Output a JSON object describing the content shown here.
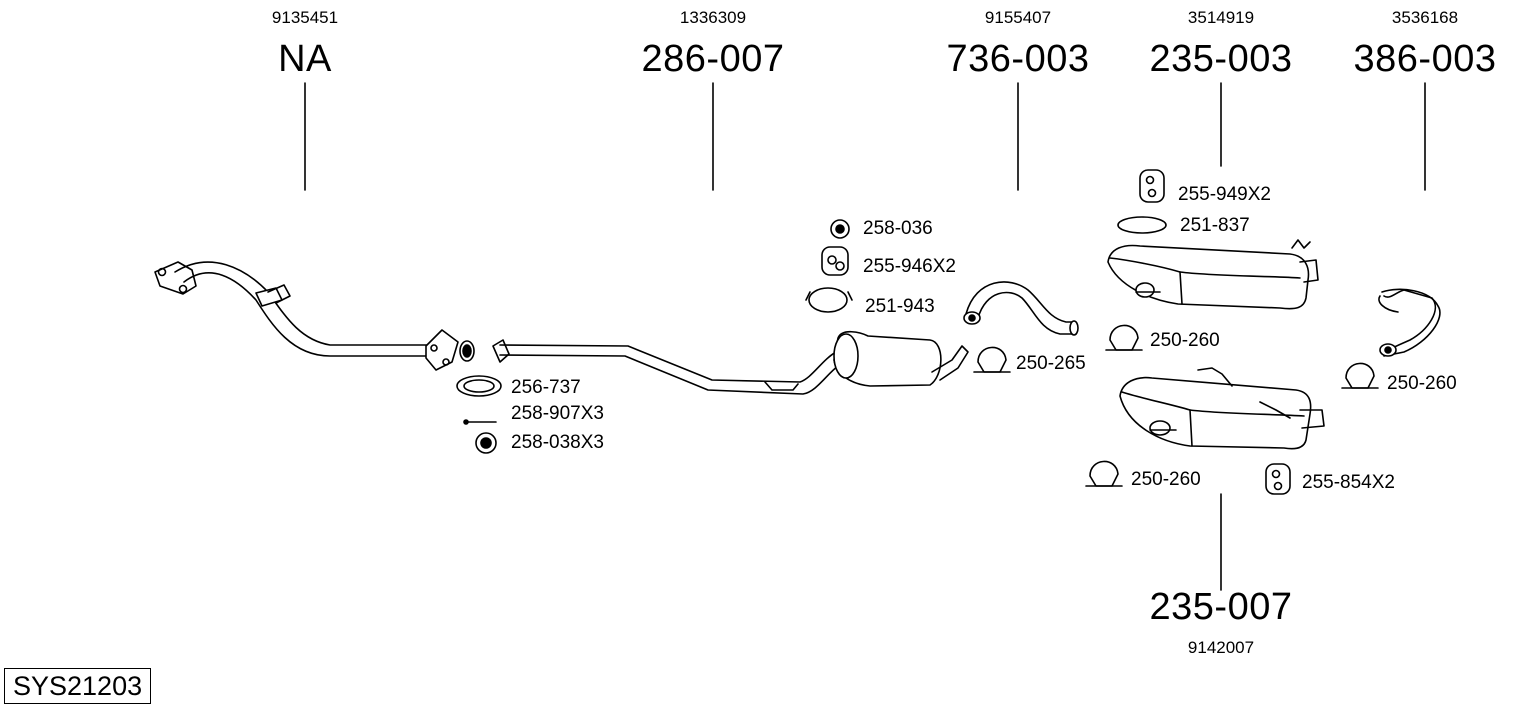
{
  "system_code": "SYS21203",
  "columns": {
    "front_pipe": {
      "oe_number": "9135451",
      "part_number": "NA"
    },
    "middle_pipe": {
      "oe_number": "1336309",
      "part_number": "286-007"
    },
    "connector": {
      "oe_number": "9155407",
      "part_number": "736-003"
    },
    "rear_upper": {
      "oe_number": "3514919",
      "part_number": "235-003"
    },
    "tail_pipe": {
      "oe_number": "3536168",
      "part_number": "386-003"
    },
    "rear_lower": {
      "oe_number": "9142007",
      "part_number": "235-007"
    }
  },
  "fittings": {
    "gasket": "256-737",
    "bolt": "258-907X3",
    "nut_flange": "258-038X3",
    "nut_top": "258-036",
    "rubber_mount_mid": "255-946X2",
    "clamp_ring": "251-943",
    "clamp_mid": "250-265",
    "rubber_mount_top": "255-949X2",
    "clamp_ring_top": "251-837",
    "clamp_upper": "250-260",
    "clamp_tail": "250-260",
    "clamp_lower": "250-260",
    "rubber_mount_low": "255-854X2"
  }
}
